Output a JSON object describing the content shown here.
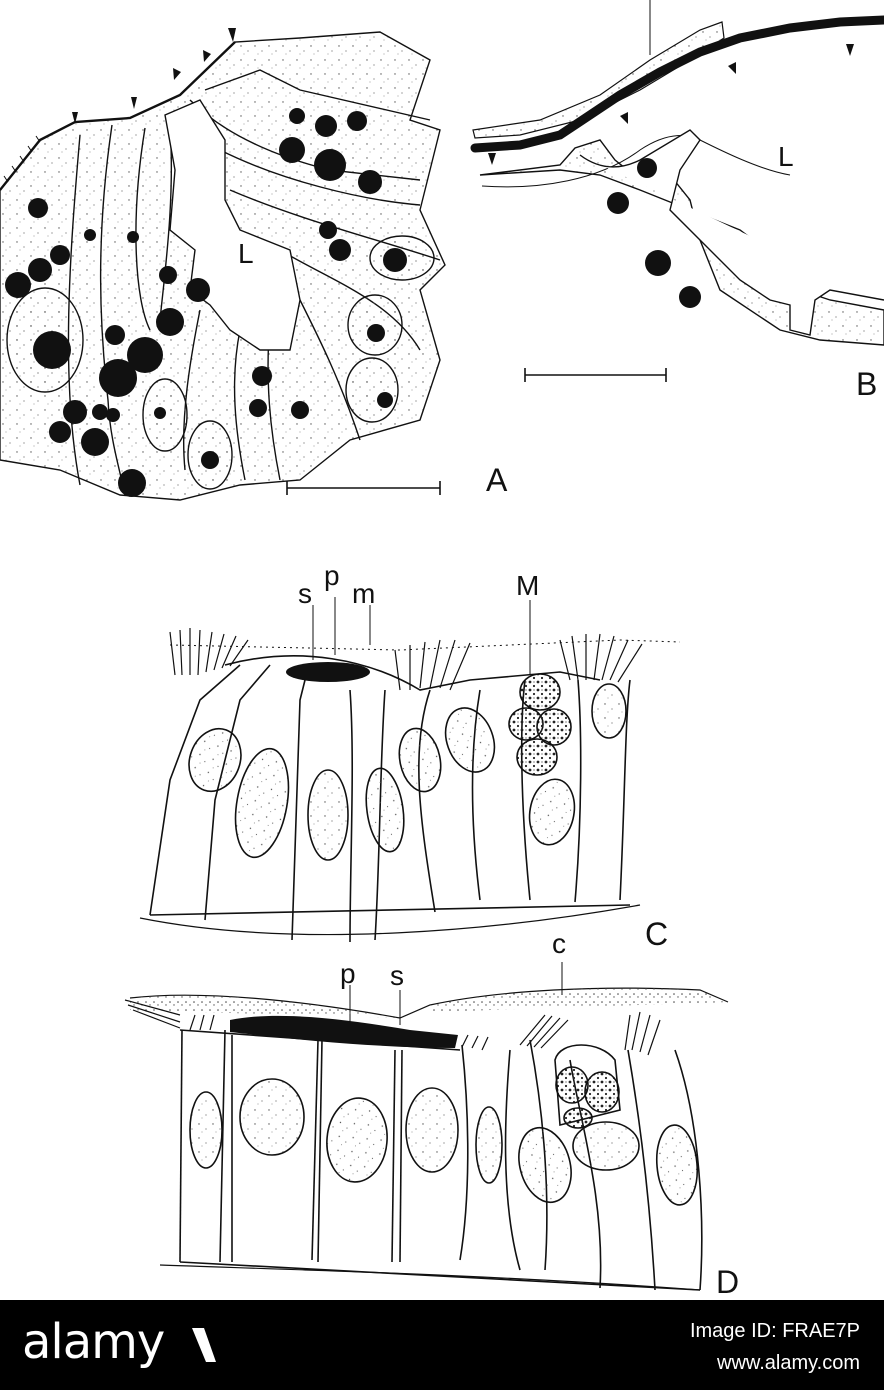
{
  "figure": {
    "panels": {
      "A": {
        "letter": "A",
        "lumen_label": "L"
      },
      "B": {
        "letter": "B",
        "lumen_label": "L"
      },
      "C": {
        "letter": "C",
        "labels": {
          "s": "s",
          "p": "p",
          "m": "m",
          "M": "M"
        }
      },
      "D": {
        "letter": "D",
        "labels": {
          "p": "p",
          "s": "s",
          "c": "c"
        }
      }
    },
    "colors": {
      "ink": "#111111",
      "background": "#ffffff"
    }
  },
  "watermark": {
    "brand": "alamy",
    "image_id": "Image ID: FRAE7P",
    "site": "www.alamy.com",
    "bar_color": "#000000",
    "text_color": "#ffffff"
  }
}
